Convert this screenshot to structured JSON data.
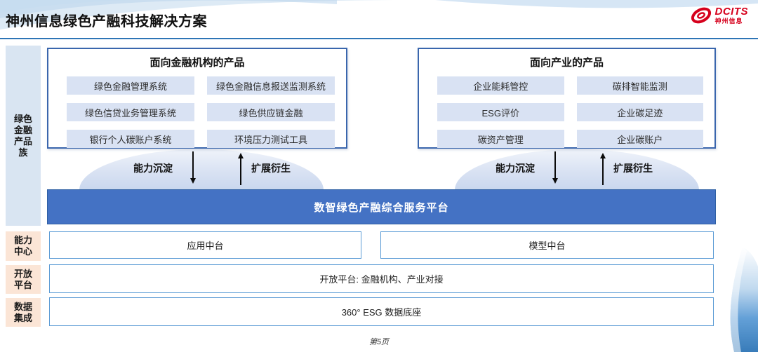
{
  "header": {
    "title": "神州信息绿色产融科技解决方案",
    "logo": {
      "brand": "DCITS",
      "brand_cn": "神州信息"
    }
  },
  "sidebar": {
    "product_family": "绿色金融产品族",
    "capability_center": "能力中心",
    "open_platform": "开放平台",
    "data_integration": "数据集成"
  },
  "panels": [
    {
      "title": "面向金融机构的产品",
      "items": [
        "绿色金融管理系统",
        "绿色金融信息报送监测系统",
        "绿色信贷业务管理系统",
        "绿色供应链金融",
        "银行个人碳账户系统",
        "环境压力测试工具"
      ]
    },
    {
      "title": "面向产业的产品",
      "items": [
        "企业能耗管控",
        "碳排智能监测",
        "ESG评价",
        "企业碳足迹",
        "碳资产管理",
        "企业碳账户"
      ]
    }
  ],
  "arrows": {
    "down_label": "能力沉淀",
    "up_label": "扩展衍生"
  },
  "platform_bar": "数智绿色产融综合服务平台",
  "rows": {
    "capability": [
      "应用中台",
      "模型中台"
    ],
    "open": "开放平台: 金融机构、产业对接",
    "data": "360° ESG 数据底座"
  },
  "footer": {
    "page": "第5页"
  },
  "colors": {
    "accent_blue": "#4472C4",
    "panel_border_blue": "#3A66AD",
    "row_border_blue": "#5B9BD5",
    "chip_blue": "#D9E2F3",
    "sidebar_blue": "#D9E5F2",
    "sidebar_peach": "#FBE5D6",
    "header_line_blue": "#2E75B6",
    "logo_red": "#D6001C"
  }
}
